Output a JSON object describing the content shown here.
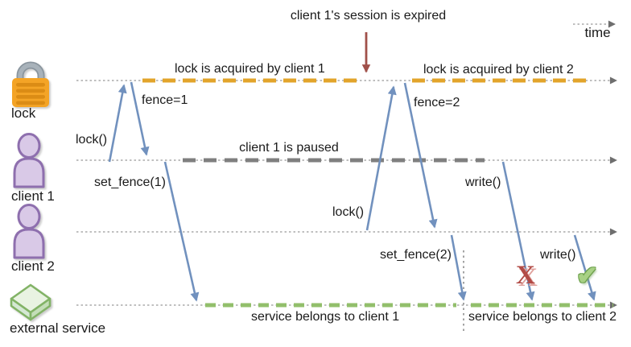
{
  "header": {
    "annotation": "client 1's session is expired",
    "time_label": "time"
  },
  "actors": [
    {
      "label": "lock",
      "icon": "padlock-icon"
    },
    {
      "label": "client 1",
      "icon": "person-icon"
    },
    {
      "label": "client 2",
      "icon": "person-icon"
    },
    {
      "label": "external service",
      "icon": "cube-icon"
    }
  ],
  "spans": [
    {
      "actor": "lock",
      "label": "lock is acquired by client 1",
      "color": "#E2A42B"
    },
    {
      "actor": "lock",
      "label": "lock is acquired by client 2",
      "color": "#E2A42B"
    },
    {
      "actor": "client 1",
      "label": "client 1 is paused",
      "color": "#7F7F7F"
    },
    {
      "actor": "external service",
      "label": "service belongs to client 1",
      "color": "#92BF6B"
    },
    {
      "actor": "external service",
      "label": "service belongs to client 2",
      "color": "#92BF6B"
    }
  ],
  "messages": [
    {
      "label": "lock()",
      "from": "client 1",
      "to": "lock"
    },
    {
      "label": "fence=1",
      "from": "lock",
      "to": "client 1"
    },
    {
      "label": "set_fence(1)",
      "from": "client 1",
      "to": "external service"
    },
    {
      "label": "lock()",
      "from": "client 2",
      "to": "lock"
    },
    {
      "label": "fence=2",
      "from": "lock",
      "to": "client 2"
    },
    {
      "label": "set_fence(2)",
      "from": "client 2",
      "to": "external service"
    },
    {
      "label": "write()",
      "from": "client 1",
      "to": "external service",
      "result": "rejected"
    },
    {
      "label": "write()",
      "from": "client 2",
      "to": "external service",
      "result": "accepted"
    }
  ],
  "marks": {
    "rejected_glyph": "X",
    "accepted_glyph": "✔"
  },
  "colors": {
    "lock_span": "#E2A42B",
    "pause_span": "#7F7F7F",
    "service_span": "#92BF6B",
    "message_arrow": "#7191BE",
    "expire_arrow": "#A0504A",
    "reject_mark": "#B24B46",
    "accept_mark": "#A8D185",
    "timeline": "#999999"
  }
}
